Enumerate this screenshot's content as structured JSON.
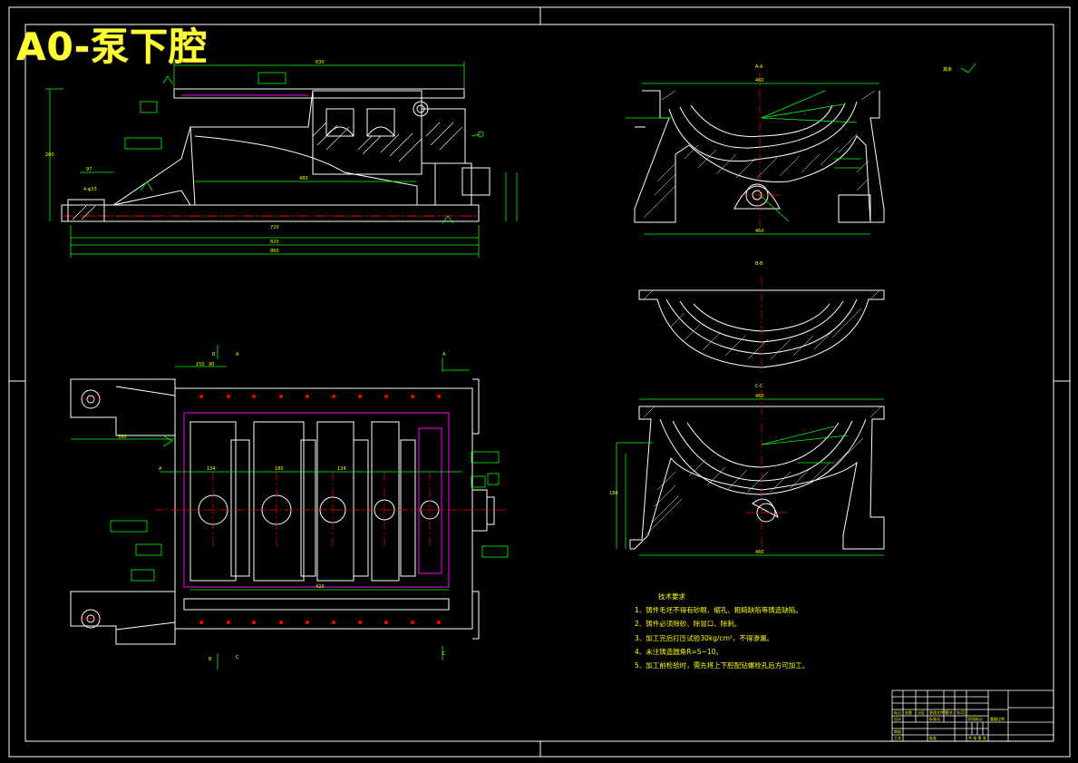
{
  "drawing": {
    "title": "A0-泵下腔",
    "roughness_note": "其余",
    "view_labels": {
      "section_a": "A-A",
      "section_b": "B-B",
      "section_c": "C-C"
    }
  },
  "technical_requirements": {
    "heading": "技术要求",
    "items": [
      "1、铸件毛坯不得有砂眼、缩孔、粗糙缺陷等铸造缺陷。",
      "2、铸件必须除砂、除冒口、除刺。",
      "3、加工完后打压试验30kg/cm²，不得渗漏。",
      "4、未注铸造圆角R=5~10。",
      "5、加工前检验时，需先将上下腔配钻螺栓孔后方可加工。"
    ]
  },
  "title_block": {
    "row1": [
      "标记",
      "处数",
      "分区",
      "更改文件号",
      "签名",
      "年月日"
    ],
    "row2": [
      "设计",
      "标准化"
    ],
    "row3": [
      "审核"
    ],
    "row4": [
      "工艺",
      "批准"
    ],
    "stage": "阶段标记",
    "weight": "重量",
    "scale": "比例",
    "sheets": "共 张 第 张"
  },
  "colors": {
    "background": "#000000",
    "outline": "#ffffff",
    "dimension": "#00ff00",
    "text": "#ffff00",
    "center_line": "#ff0000",
    "hatch": "#ffffff",
    "highlight": "#ff00ff"
  }
}
